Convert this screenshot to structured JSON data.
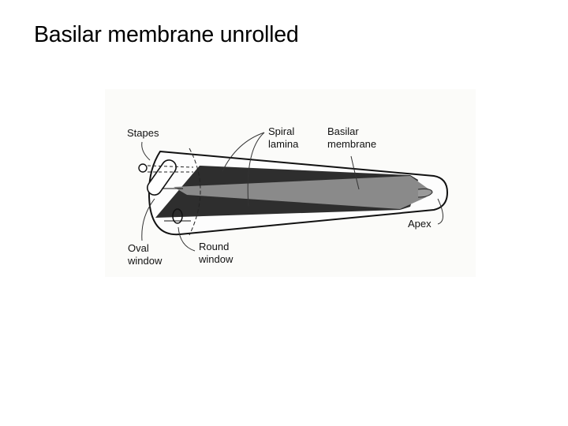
{
  "slide": {
    "title": "Basilar membrane unrolled"
  },
  "diagram": {
    "labels": {
      "stapes": "Stapes",
      "spiral_lamina": [
        "Spiral",
        "lamina"
      ],
      "basilar_membrane": [
        "Basilar",
        "membrane"
      ],
      "oval_window": [
        "Oval",
        "window"
      ],
      "round_window": [
        "Round",
        "window"
      ],
      "apex": "Apex"
    },
    "colors": {
      "dark_region": "#2e2e2e",
      "light_region": "#8a8a8a"
    }
  }
}
